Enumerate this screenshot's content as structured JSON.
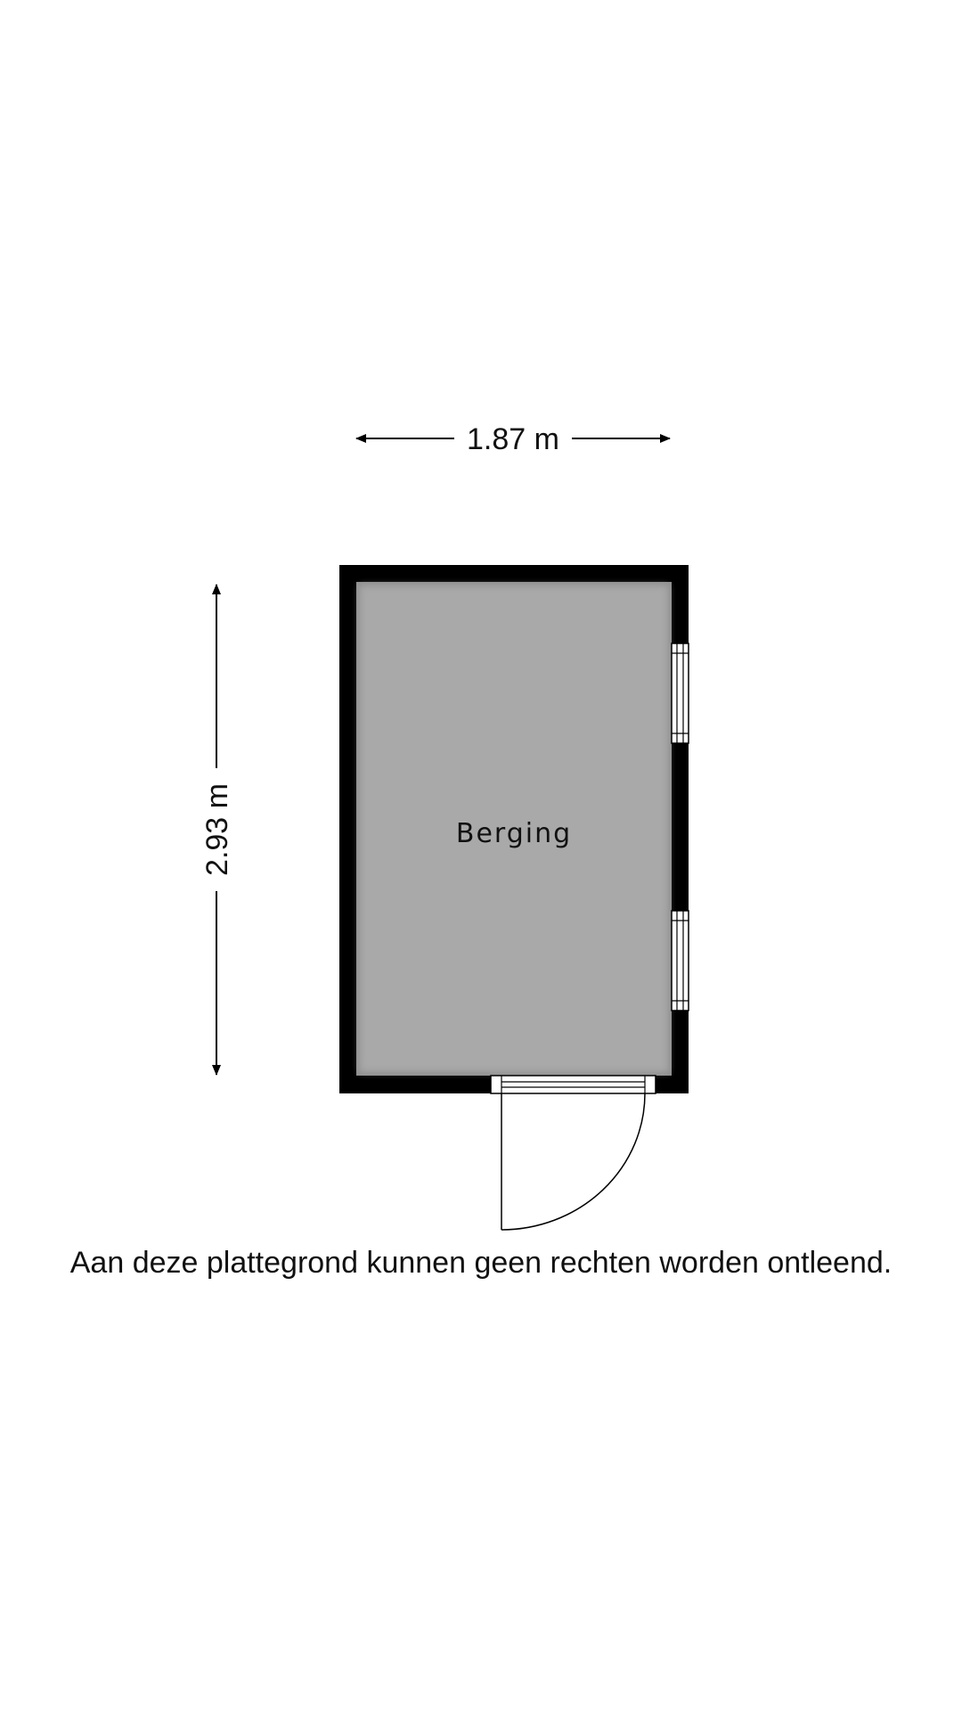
{
  "floorplan": {
    "room_label": "Berging",
    "width_label": "1.87 m",
    "height_label": "2.93 m",
    "wall_color": "#000000",
    "floor_color": "#a9a9a9"
  },
  "disclaimer": "Aan deze plattegrond kunnen geen rechten worden ontleend."
}
